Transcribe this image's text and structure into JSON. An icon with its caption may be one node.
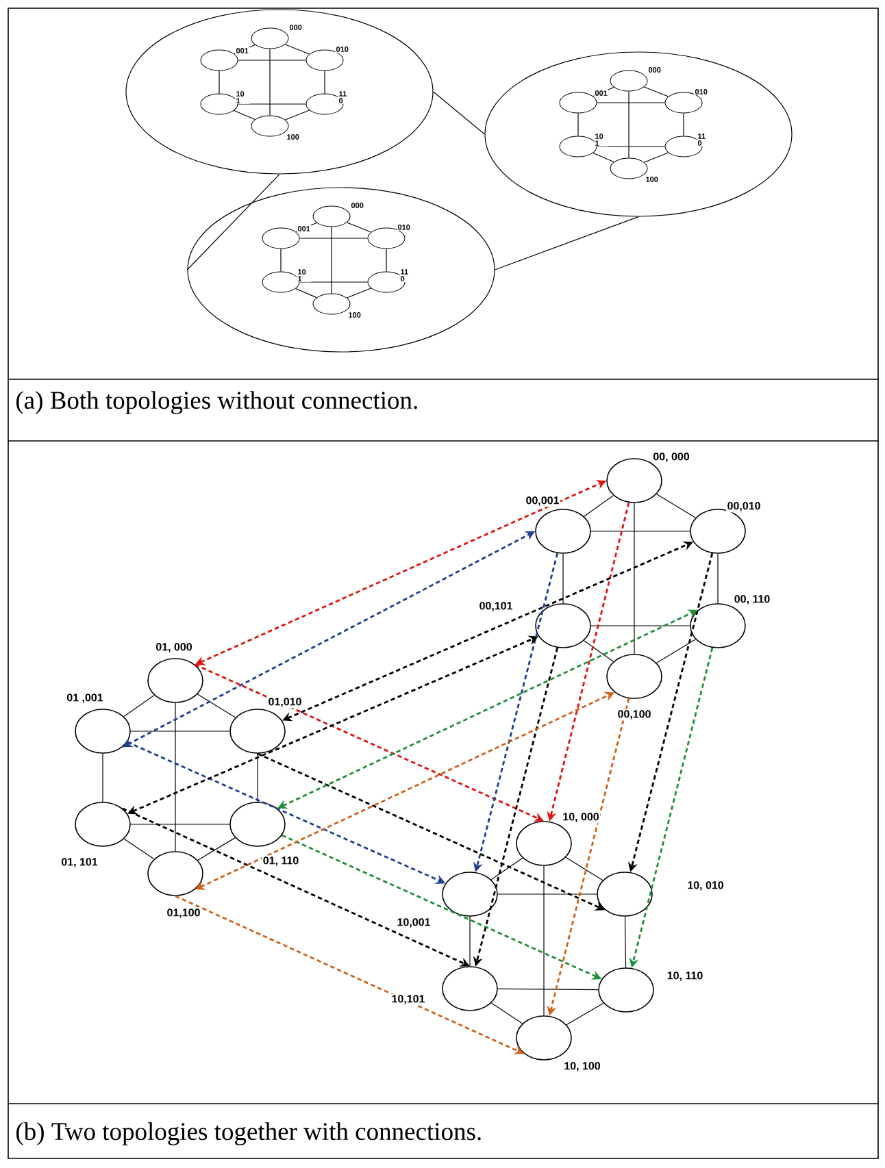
{
  "diagram": {
    "nodes": [
      {
        "text": [],
        "shape": "ellipse"
      },
      {
        "text": [],
        "shape": "ellipse"
      },
      {
        "text": [],
        "shape": "ellipse"
      },
      {
        "text": [],
        "shape": "ellipse",
        "in": 0,
        "beside": [
          "000"
        ]
      },
      {
        "text": [],
        "shape": "ellipse",
        "in": 0,
        "beside": [
          "001"
        ]
      },
      {
        "text": [],
        "shape": "ellipse",
        "in": 0,
        "beside": [
          "010"
        ]
      },
      {
        "text": [],
        "shape": "ellipse",
        "in": 0,
        "beside": [
          "10 1"
        ]
      },
      {
        "text": [],
        "shape": "ellipse",
        "in": 0,
        "beside": [
          "11 0"
        ]
      },
      {
        "text": [],
        "shape": "ellipse",
        "in": 0,
        "beside": [
          "100"
        ]
      },
      {
        "text": [],
        "shape": "ellipse",
        "in": 1,
        "beside": [
          "000"
        ]
      },
      {
        "text": [],
        "shape": "ellipse",
        "in": 1,
        "beside": [
          "001"
        ]
      },
      {
        "text": [],
        "shape": "ellipse",
        "in": 1,
        "beside": [
          "010"
        ]
      },
      {
        "text": [],
        "shape": "ellipse",
        "in": 1,
        "beside": [
          "10 1"
        ]
      },
      {
        "text": [],
        "shape": "ellipse",
        "in": 1,
        "beside": [
          "11 0"
        ]
      },
      {
        "text": [],
        "shape": "ellipse",
        "in": 1,
        "beside": [
          "100"
        ]
      },
      {
        "text": [],
        "shape": "ellipse",
        "in": 2,
        "beside": [
          "000"
        ]
      },
      {
        "text": [],
        "shape": "ellipse",
        "in": 2,
        "beside": [
          "001"
        ]
      },
      {
        "text": [],
        "shape": "ellipse",
        "in": 2,
        "beside": [
          "010"
        ]
      },
      {
        "text": [],
        "shape": "ellipse",
        "in": 2,
        "beside": [
          "10 1"
        ]
      },
      {
        "text": [],
        "shape": "ellipse",
        "in": 2,
        "beside": [
          "11 0"
        ]
      },
      {
        "text": [],
        "shape": "ellipse",
        "in": 2,
        "beside": [
          "100"
        ]
      },
      {
        "text": [],
        "shape": "ellipse",
        "beside": [
          "00, 000"
        ]
      },
      {
        "text": [],
        "shape": "ellipse",
        "beside": [
          "00,001"
        ]
      },
      {
        "text": [],
        "shape": "ellipse",
        "beside": [
          "00,010"
        ]
      },
      {
        "text": [],
        "shape": "ellipse",
        "beside": [
          "00,101"
        ]
      },
      {
        "text": [],
        "shape": "ellipse",
        "beside": [
          "00, 110"
        ]
      },
      {
        "text": [],
        "shape": "ellipse",
        "beside": [
          "00,100"
        ]
      },
      {
        "text": [],
        "shape": "ellipse",
        "beside": [
          "01, 000"
        ]
      },
      {
        "text": [],
        "shape": "ellipse",
        "beside": [
          "01 ,001"
        ]
      },
      {
        "text": [],
        "shape": "ellipse",
        "beside": [
          "01,010"
        ]
      },
      {
        "text": [],
        "shape": "ellipse",
        "beside": [
          "01, 101"
        ]
      },
      {
        "text": [],
        "shape": "ellipse",
        "beside": [
          "01, 110"
        ]
      },
      {
        "text": [],
        "shape": "ellipse",
        "beside": [
          "01,100"
        ]
      },
      {
        "text": [],
        "shape": "ellipse",
        "beside": [
          "10, 000"
        ]
      },
      {
        "text": [],
        "shape": "ellipse",
        "beside": [
          "10,001"
        ]
      },
      {
        "text": [],
        "shape": "ellipse",
        "beside": [
          "10, 010"
        ]
      },
      {
        "text": [],
        "shape": "ellipse",
        "beside": [
          "10,101"
        ]
      },
      {
        "text": [],
        "shape": "ellipse",
        "beside": [
          "10, 110"
        ]
      },
      {
        "text": [],
        "shape": "ellipse",
        "beside": [
          "10, 100"
        ]
      }
    ],
    "edges": [
      {
        "from": 0,
        "to": 1,
        "arrow": "none"
      },
      {
        "from": 0,
        "to": 2,
        "arrow": "none"
      },
      {
        "from": 1,
        "to": 2,
        "arrow": "none"
      },
      {
        "from": 3,
        "to": 4,
        "arrow": "none"
      },
      {
        "from": 3,
        "to": 5,
        "arrow": "none"
      },
      {
        "from": 4,
        "to": 5,
        "arrow": "none"
      },
      {
        "from": 4,
        "to": 6,
        "arrow": "none"
      },
      {
        "from": 5,
        "to": 7,
        "arrow": "none"
      },
      {
        "from": 6,
        "to": 7,
        "arrow": "none"
      },
      {
        "from": 6,
        "to": 8,
        "arrow": "none"
      },
      {
        "from": 7,
        "to": 8,
        "arrow": "none"
      },
      {
        "from": 3,
        "to": 8,
        "arrow": "none"
      },
      {
        "from": 9,
        "to": 10,
        "arrow": "none"
      },
      {
        "from": 9,
        "to": 11,
        "arrow": "none"
      },
      {
        "from": 10,
        "to": 11,
        "arrow": "none"
      },
      {
        "from": 10,
        "to": 12,
        "arrow": "none"
      },
      {
        "from": 11,
        "to": 13,
        "arrow": "none"
      },
      {
        "from": 12,
        "to": 13,
        "arrow": "none"
      },
      {
        "from": 12,
        "to": 14,
        "arrow": "none"
      },
      {
        "from": 13,
        "to": 14,
        "arrow": "none"
      },
      {
        "from": 9,
        "to": 14,
        "arrow": "none"
      },
      {
        "from": 15,
        "to": 16,
        "arrow": "none"
      },
      {
        "from": 15,
        "to": 17,
        "arrow": "none"
      },
      {
        "from": 16,
        "to": 17,
        "arrow": "none"
      },
      {
        "from": 16,
        "to": 18,
        "arrow": "none"
      },
      {
        "from": 17,
        "to": 19,
        "arrow": "none"
      },
      {
        "from": 18,
        "to": 19,
        "arrow": "none"
      },
      {
        "from": 18,
        "to": 20,
        "arrow": "none"
      },
      {
        "from": 19,
        "to": 20,
        "arrow": "none"
      },
      {
        "from": 15,
        "to": 20,
        "arrow": "none"
      },
      {
        "from": 21,
        "to": 22,
        "arrow": "none"
      },
      {
        "from": 21,
        "to": 23,
        "arrow": "none"
      },
      {
        "from": 22,
        "to": 23,
        "arrow": "none"
      },
      {
        "from": 22,
        "to": 24,
        "arrow": "none"
      },
      {
        "from": 23,
        "to": 25,
        "arrow": "none"
      },
      {
        "from": 24,
        "to": 25,
        "arrow": "none"
      },
      {
        "from": 24,
        "to": 26,
        "arrow": "none"
      },
      {
        "from": 25,
        "to": 26,
        "arrow": "none"
      },
      {
        "from": 21,
        "to": 26,
        "arrow": "none"
      },
      {
        "from": 27,
        "to": 28,
        "arrow": "none"
      },
      {
        "from": 27,
        "to": 29,
        "arrow": "none"
      },
      {
        "from": 28,
        "to": 29,
        "arrow": "none"
      },
      {
        "from": 28,
        "to": 30,
        "arrow": "none"
      },
      {
        "from": 29,
        "to": 31,
        "arrow": "none"
      },
      {
        "from": 30,
        "to": 31,
        "arrow": "none"
      },
      {
        "from": 30,
        "to": 32,
        "arrow": "none"
      },
      {
        "from": 31,
        "to": 32,
        "arrow": "none"
      },
      {
        "from": 27,
        "to": 32,
        "arrow": "none"
      },
      {
        "from": 33,
        "to": 34,
        "arrow": "none"
      },
      {
        "from": 33,
        "to": 35,
        "arrow": "none"
      },
      {
        "from": 34,
        "to": 35,
        "arrow": "none"
      },
      {
        "from": 34,
        "to": 36,
        "arrow": "none"
      },
      {
        "from": 35,
        "to": 37,
        "arrow": "none"
      },
      {
        "from": 36,
        "to": 37,
        "arrow": "none"
      },
      {
        "from": 36,
        "to": 38,
        "arrow": "none"
      },
      {
        "from": 37,
        "to": 38,
        "arrow": "none"
      },
      {
        "from": 33,
        "to": 38,
        "arrow": "none"
      },
      {
        "from": 27,
        "to": 21,
        "arrow": "both",
        "style": "dashed",
        "color": "#e3120f"
      },
      {
        "from": 27,
        "to": 33,
        "arrow": "to",
        "style": "dashed",
        "color": "#e3120f"
      },
      {
        "from": 21,
        "to": 33,
        "arrow": "to",
        "style": "dashed",
        "color": "#e3120f"
      },
      {
        "from": 28,
        "to": 22,
        "arrow": "both",
        "style": "dashed",
        "color": "#1c3f94"
      },
      {
        "from": 28,
        "to": 34,
        "arrow": "to",
        "style": "dashed",
        "color": "#1c3f94"
      },
      {
        "from": 22,
        "to": 34,
        "arrow": "to",
        "style": "dashed",
        "color": "#1c3f94"
      },
      {
        "from": 29,
        "to": 23,
        "arrow": "both",
        "style": "dashed"
      },
      {
        "from": 29,
        "to": 35,
        "arrow": "to",
        "style": "dashed"
      },
      {
        "from": 23,
        "to": 35,
        "arrow": "to",
        "style": "dashed"
      },
      {
        "from": 30,
        "to": 24,
        "arrow": "both",
        "style": "dashed"
      },
      {
        "from": 30,
        "to": 36,
        "arrow": "to",
        "style": "dashed"
      },
      {
        "from": 24,
        "to": 36,
        "arrow": "to",
        "style": "dashed"
      },
      {
        "from": 31,
        "to": 25,
        "arrow": "both",
        "style": "dashed",
        "color": "#1f8f3a"
      },
      {
        "from": 31,
        "to": 37,
        "arrow": "to",
        "style": "dashed",
        "color": "#1f8f3a"
      },
      {
        "from": 25,
        "to": 37,
        "arrow": "to",
        "style": "dashed",
        "color": "#1f8f3a"
      },
      {
        "from": 32,
        "to": 26,
        "arrow": "both",
        "style": "dashed",
        "color": "#d2601a"
      },
      {
        "from": 32,
        "to": 38,
        "arrow": "to",
        "style": "dashed",
        "color": "#d2601a"
      },
      {
        "from": 26,
        "to": 38,
        "arrow": "to",
        "style": "dashed",
        "color": "#d2601a"
      }
    ],
    "labels": [
      "(a) Both topologies without connection.",
      "(b) Two topologies together with connections."
    ]
  }
}
